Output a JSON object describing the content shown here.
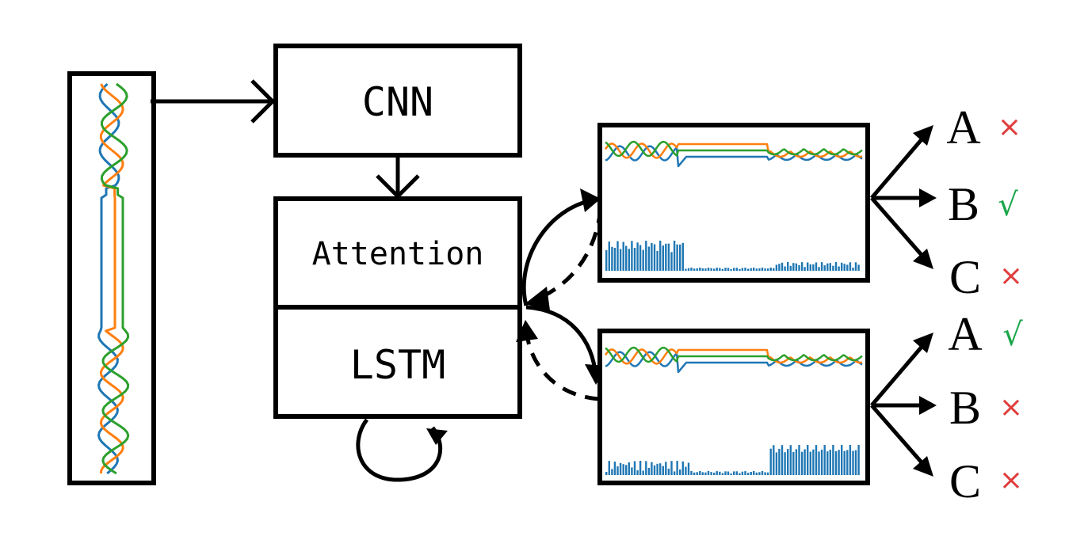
{
  "colors": {
    "series_blue": "#1f77b4",
    "series_orange": "#ff7f0e",
    "series_green": "#2ca02c",
    "correct": "#1aa64a",
    "wrong": "#e03c3c",
    "stroke": "#000000"
  },
  "boxes": {
    "cnn": "CNN",
    "attention": "Attention",
    "lstm": "LSTM"
  },
  "outputs": {
    "top": [
      {
        "letter": "A",
        "mark": "×",
        "status": "wrong"
      },
      {
        "letter": "B",
        "mark": "√",
        "status": "correct"
      },
      {
        "letter": "C",
        "mark": "×",
        "status": "wrong"
      }
    ],
    "bottom": [
      {
        "letter": "A",
        "mark": "√",
        "status": "correct"
      },
      {
        "letter": "B",
        "mark": "×",
        "status": "wrong"
      },
      {
        "letter": "C",
        "mark": "×",
        "status": "wrong"
      }
    ]
  },
  "icons": {
    "input_signal": "multichannel-signal-thumbnail",
    "top_plot": "signal-with-attention-bars-thumbnail",
    "bottom_plot": "signal-with-attention-bars-thumbnail",
    "recurrence": "self-loop-arrow"
  }
}
